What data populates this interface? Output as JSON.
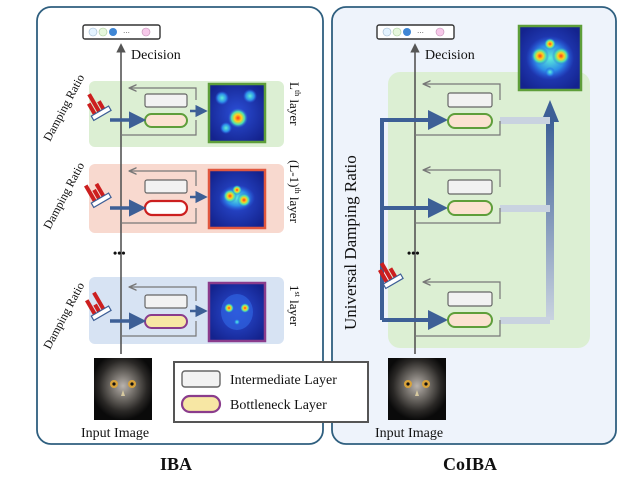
{
  "left_panel": {
    "caption": "IBA",
    "decision": "Decision",
    "input_label": "Input Image",
    "damping_label": "Damping Ratio",
    "layers": [
      {
        "sup_pre": "L",
        "sup": "th",
        "suffix": " layer"
      },
      {
        "sup_pre": "(L-1)",
        "sup": "th",
        "suffix": " layer"
      },
      {
        "sup_pre": "1",
        "sup": "st",
        "suffix": " layer"
      }
    ],
    "ellipsis": "•••"
  },
  "right_panel": {
    "caption": "CoIBA",
    "decision": "Decision",
    "input_label": "Input Image",
    "universal_label": "Universal Damping Ratio",
    "ellipsis": "•••"
  },
  "legend": {
    "intermediate": "Intermediate Layer",
    "bottleneck": "Bottleneck Layer"
  },
  "colors": {
    "panel_border": "#2f5f7f",
    "green_band": "#dcefd3",
    "red_band": "#f8d9cf",
    "blue_band": "#d7e3f3",
    "arrow_blue": "#3d5f96",
    "bottleneck_green": "#5e9e3a",
    "bottleneck_red": "#cc1f1f",
    "bottleneck_purple": "#8a3c8c",
    "bottleneck_fill_yellow": "#f7e7a4",
    "bottleneck_fill_peach": "#fbe2d0"
  }
}
